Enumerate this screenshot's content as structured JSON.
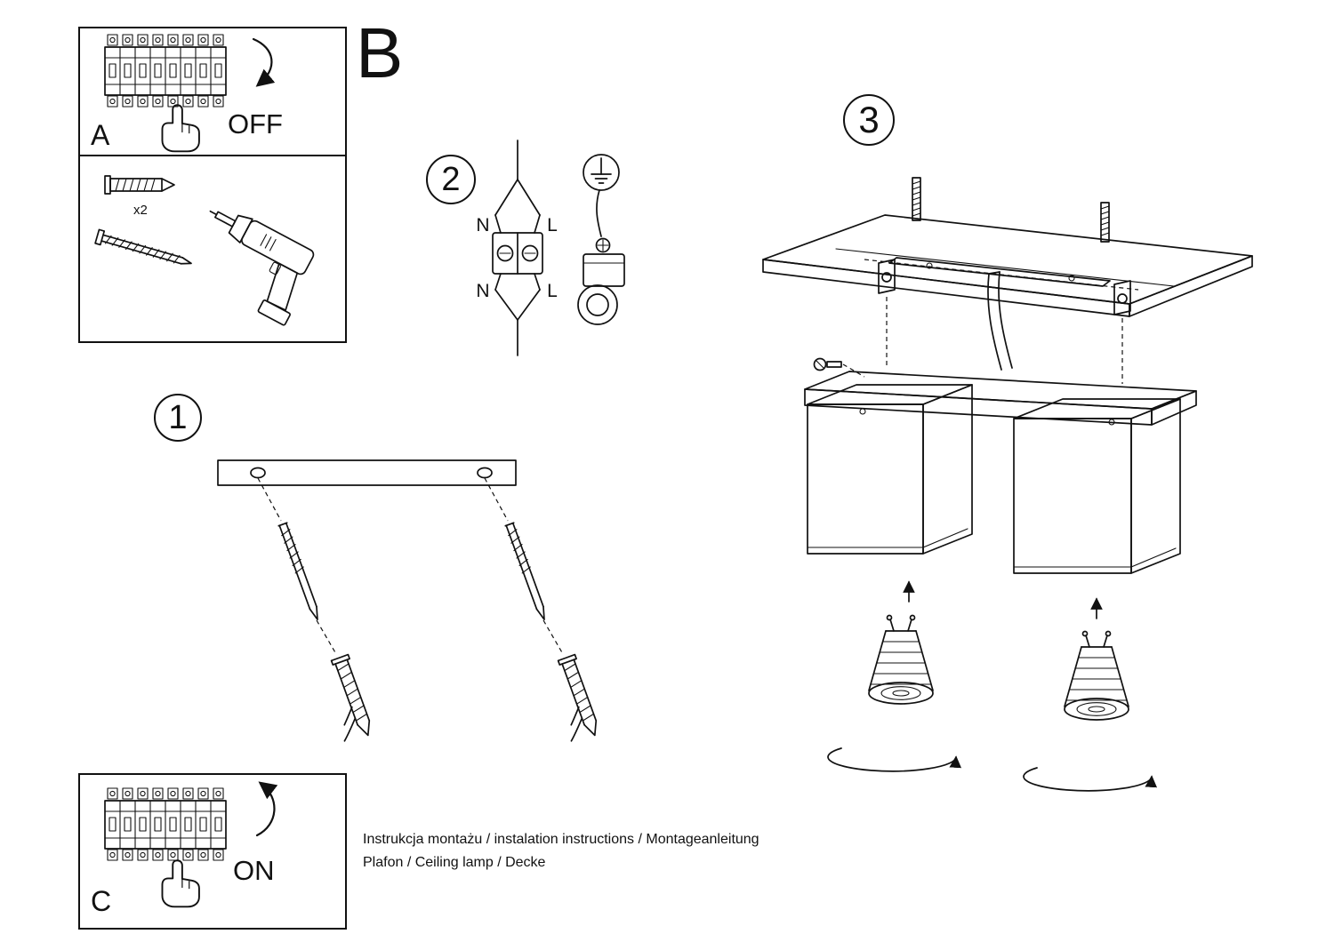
{
  "sheet": {
    "section_b_label": "B",
    "footer_line1": "Instrukcja montażu / instalation instructions / Montageanleitung",
    "footer_line2": "Plafon / Ceiling lamp / Decke"
  },
  "panel_a": {
    "corner_label": "A",
    "switch_label": "OFF"
  },
  "panel_tools": {
    "quantity_label": "x2"
  },
  "panel_c": {
    "corner_label": "C",
    "switch_label": "ON"
  },
  "step1": {
    "number": "1"
  },
  "step2": {
    "number": "2",
    "labels": {
      "n_top": "N",
      "l_top": "L",
      "n_bottom": "N",
      "l_bottom": "L"
    }
  },
  "step3": {
    "number": "3"
  }
}
